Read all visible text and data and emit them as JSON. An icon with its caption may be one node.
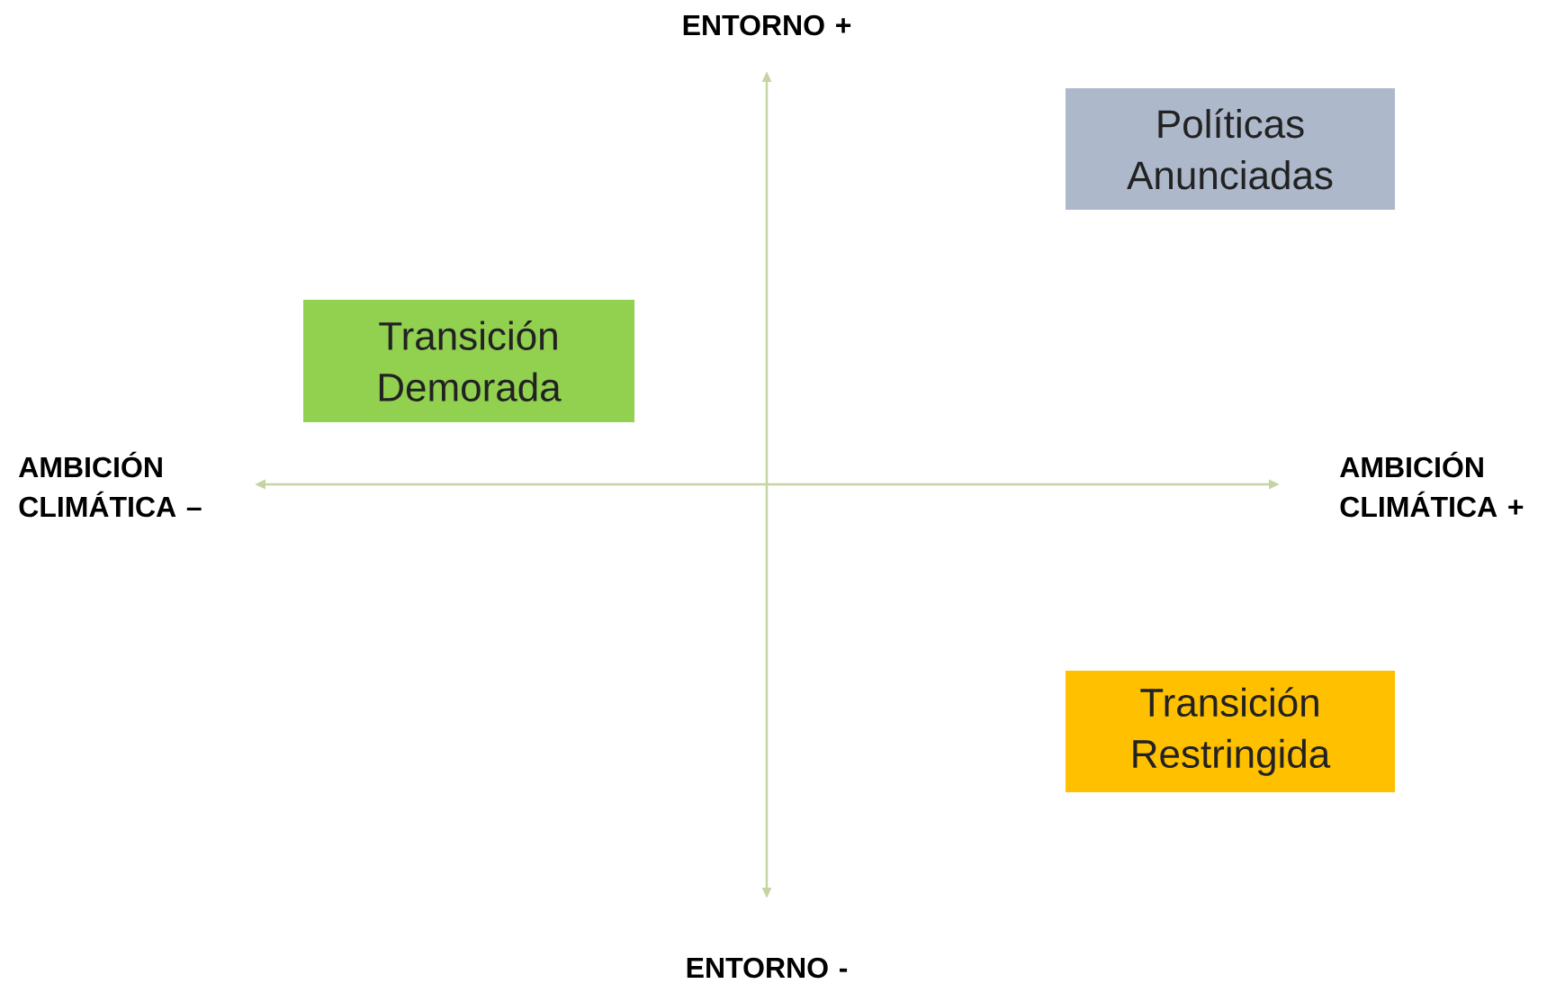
{
  "diagram": {
    "nodes": [
      {
        "text": [
          "Políticas Anunciadas"
        ]
      },
      {
        "text": [
          "Transición Demorada"
        ]
      },
      {
        "text": [
          "Transición Restringida"
        ]
      }
    ],
    "labels": [
      "ENTORNO +",
      "AMBICIÓN CLIMÁTICA –",
      "AMBICIÓN CLIMÁTICA +",
      "ENTORNO -"
    ]
  }
}
